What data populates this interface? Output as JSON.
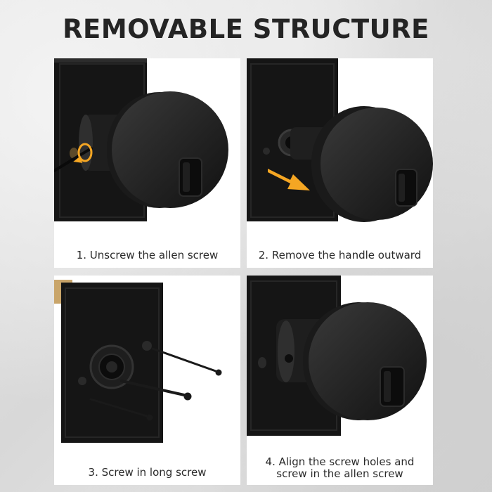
{
  "title": "REMOVABLE STRUCTURE",
  "steps": [
    {
      "caption": "1. Unscrew the allen screw"
    },
    {
      "caption": "2. Remove the handle outward"
    },
    {
      "caption": "3. Screw in long screw"
    },
    {
      "caption_line1": "4. Align the screw holes and",
      "caption_line2": "screw in the allen screw"
    }
  ],
  "colors": {
    "background": "#dcdcdc",
    "panel": "#ffffff",
    "hardware": "#1c1c1c",
    "accent_arrow": "#f5a623",
    "title_text": "#242424"
  },
  "icons": [
    "allen-wrench-icon",
    "rotate-arrow-icon",
    "direction-arrow-icon",
    "long-screw-icon"
  ]
}
